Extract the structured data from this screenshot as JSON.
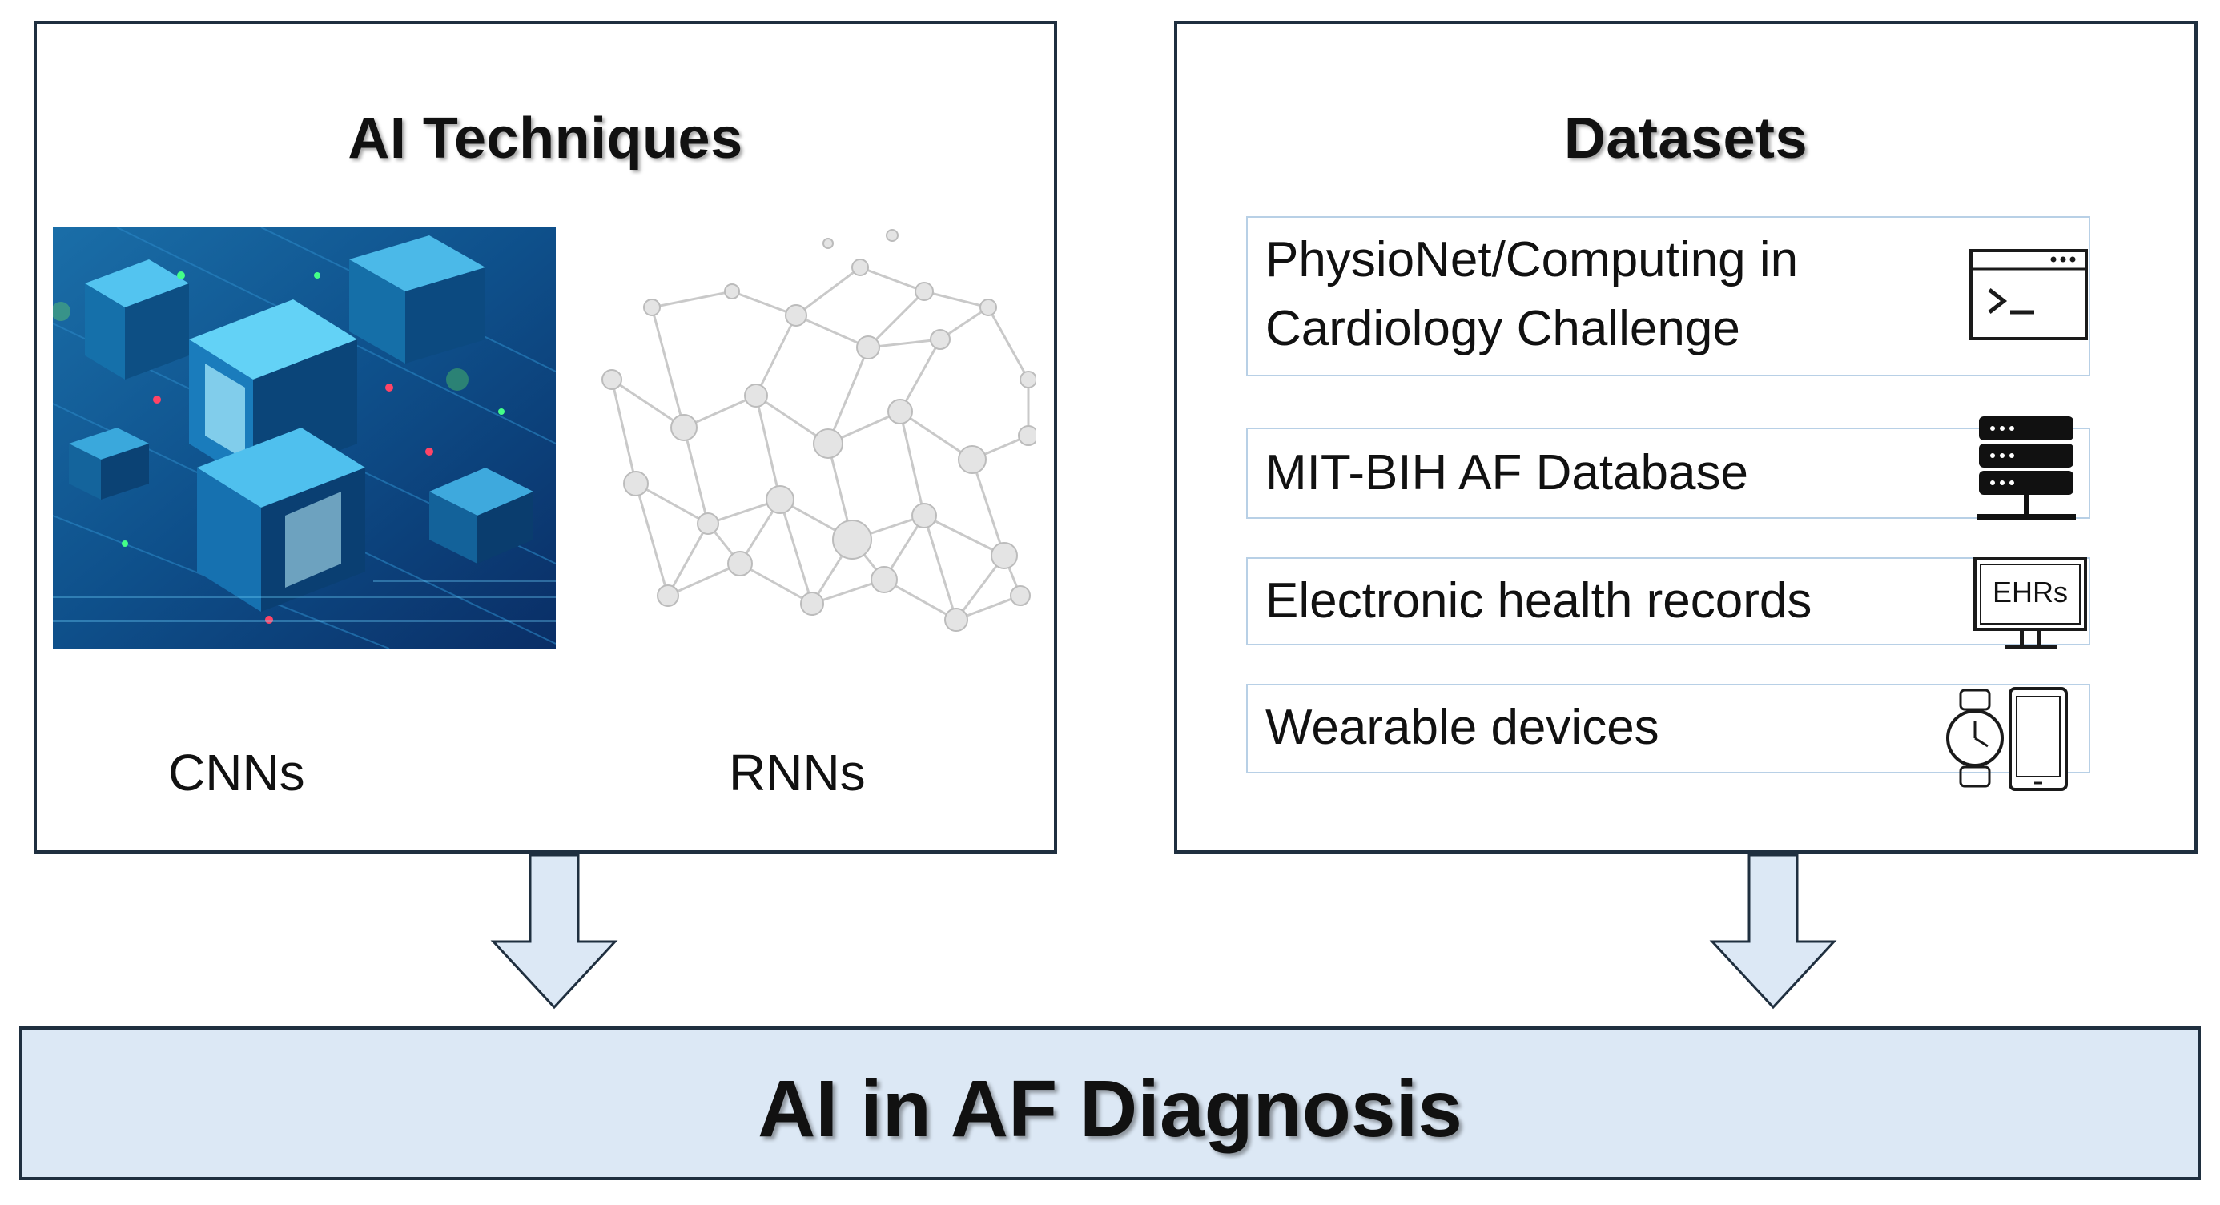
{
  "left_panel": {
    "title": "AI Techniques",
    "techniques": [
      {
        "label": "CNNs",
        "image": "abstract-blue-circuit-cubes"
      },
      {
        "label": "RNNs",
        "image": "molecular-network-nodes"
      }
    ]
  },
  "right_panel": {
    "title": "Datasets",
    "datasets": [
      {
        "label_lines": [
          "PhysioNet/Computing in",
          "Cardiology Challenge"
        ],
        "icon": "terminal-icon"
      },
      {
        "label": "MIT-BIH AF Database",
        "icon": "server-icon"
      },
      {
        "label": "Electronic health records",
        "icon": "monitor-icon",
        "icon_text": "EHRs"
      },
      {
        "label": "Wearable devices",
        "icon": "watch-phone-icon"
      }
    ]
  },
  "banner": {
    "title": "AI in AF Diagnosis"
  },
  "colors": {
    "border": "#1f2f3f",
    "banner_fill": "#dce8f5",
    "arrow_fill": "#dce8f5",
    "dataset_border": "#b8d0e6"
  }
}
